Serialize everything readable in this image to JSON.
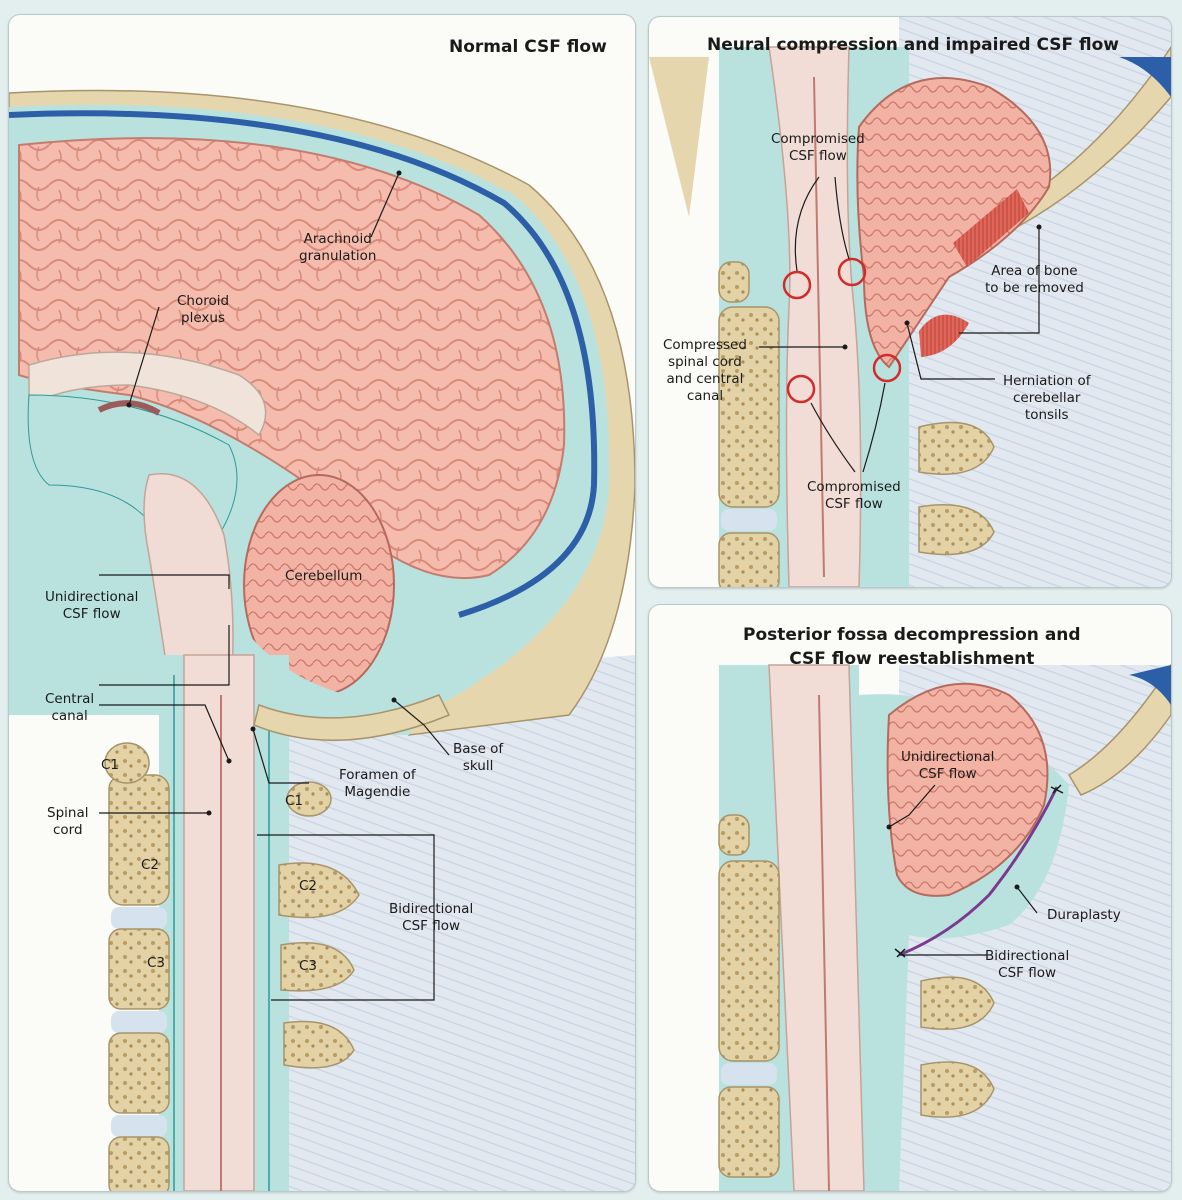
{
  "panels": {
    "normal": {
      "title": "Normal CSF flow",
      "labels": {
        "arachnoid": [
          "Arachnoid",
          "granulation"
        ],
        "choroid": [
          "Choroid",
          "plexus"
        ],
        "cerebellum": "Cerebellum",
        "unidirectional": [
          "Unidirectional",
          "CSF flow"
        ],
        "central_canal": [
          "Central",
          "canal"
        ],
        "foramen": [
          "Foramen of",
          "Magendie"
        ],
        "base_skull": [
          "Base of",
          "skull"
        ],
        "spinal_cord": [
          "Spinal",
          "cord"
        ],
        "bidirectional": [
          "Bidirectional",
          "CSF flow"
        ],
        "c1_a": "C1",
        "c1_b": "C1",
        "c2_a": "C2",
        "c2_b": "C2",
        "c3_a": "C3",
        "c3_b": "C3"
      }
    },
    "compression": {
      "title": "Neural compression and impaired CSF flow",
      "labels": {
        "compromised_top": [
          "Compromised",
          "CSF flow"
        ],
        "bone_area": [
          "Area of bone",
          "to be removed"
        ],
        "compressed": [
          "Compressed",
          "spinal cord",
          "and central",
          "canal"
        ],
        "herniation": [
          "Herniation of",
          "cerebellar",
          "tonsils"
        ],
        "compromised_bottom": [
          "Compromised",
          "CSF flow"
        ]
      }
    },
    "decompression": {
      "title": [
        "Posterior fossa decompression and",
        "CSF flow reestablishment"
      ],
      "labels": {
        "unidirectional": [
          "Unidirectional",
          "CSF flow"
        ],
        "duraplasty": "Duraplasty",
        "bidirectional": [
          "Bidirectional",
          "CSF flow"
        ]
      }
    }
  },
  "colors": {
    "brain": "#f4b9ad",
    "brain_fold": "#d98778",
    "csf": "#b9e2df",
    "csf_line": "#2e9a96",
    "bone": "#e6d6ae",
    "bone_marrow": "#c9b27c",
    "disc": "#d6e2ee",
    "muscle": "#dfe6ef",
    "sinus": "#2d5fa8",
    "circle": "#d32b2b",
    "bone_remove": "#e0665a",
    "duraplasty": "#7b3a8e"
  }
}
